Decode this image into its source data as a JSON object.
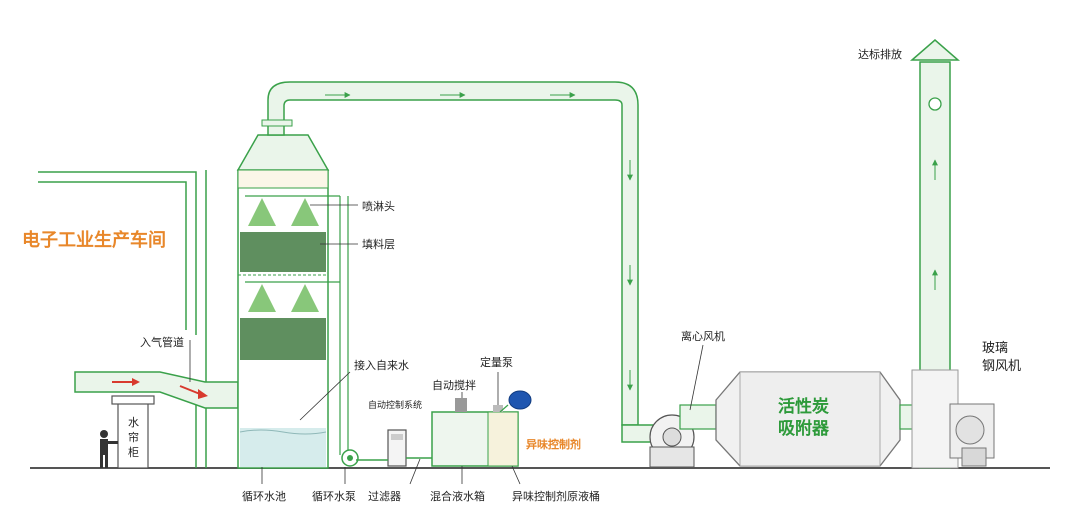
{
  "colors": {
    "pipe_fill": "#eaf5ea",
    "pipe_stroke": "#3aa14a",
    "packing": "#5f8f5f",
    "spray": "#7cc26c",
    "water": "#d6ecec",
    "accent_orange": "#e8872a",
    "accent_green": "#2d9a3a",
    "arrow_red": "#d83a2e"
  },
  "labels": {
    "workshop": "电子工业生产车间",
    "inlet_pipe": "入气管道",
    "water_curtain_1": "水",
    "water_curtain_2": "帘",
    "water_curtain_3": "柜",
    "spray_head": "喷淋头",
    "packing_layer": "填料层",
    "tap_water": "接入自来水",
    "auto_control": "自动控制系统",
    "auto_stir": "自动搅拌",
    "dosing_pump": "定量泵",
    "odor_agent": "异味控制剂",
    "circ_pool": "循环水池",
    "circ_pump": "循环水泵",
    "filter": "过滤器",
    "mix_tank": "混合液水箱",
    "odor_barrel": "异味控制剂原液桶",
    "centrifugal_fan": "离心风机",
    "carbon_1": "活性炭",
    "carbon_2": "吸附器",
    "frp_fan_1": "玻璃",
    "frp_fan_2": "钢风机",
    "discharge": "达标排放"
  }
}
